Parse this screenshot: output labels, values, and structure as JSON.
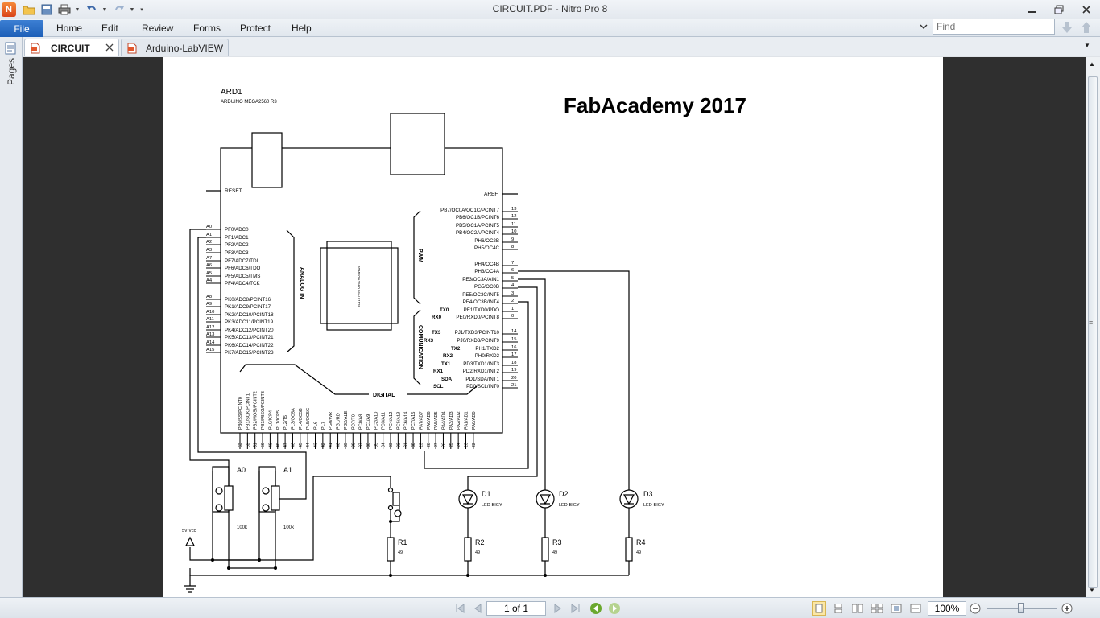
{
  "window": {
    "title": "CIRCUIT.PDF - Nitro Pro 8"
  },
  "menu": {
    "file": "File",
    "items": [
      "Home",
      "Edit",
      "Review",
      "Forms",
      "Protect",
      "Help"
    ]
  },
  "find": {
    "placeholder": "Find"
  },
  "tabs": [
    {
      "label": "CIRCUIT",
      "active": true
    },
    {
      "label": "Arduino-LabVIEW",
      "active": false
    }
  ],
  "side_panel": {
    "label": "Pages"
  },
  "schematic": {
    "title": "FabAcademy 2017",
    "board_ref": "ARD1",
    "board_name": "ARDUINO MEGA2560 R3",
    "chip_label": "ATMEGA2560 16AU 1126",
    "reset": "RESET",
    "aref": "AREF",
    "analog_in": "ANALOG IN",
    "pwm": "PWM",
    "comm": "COMUNICATION",
    "digital": "DIGITAL",
    "analog_pins": [
      {
        "ext": "A0",
        "name": "PF0/ADC0"
      },
      {
        "ext": "A1",
        "name": "PF1/ADC1"
      },
      {
        "ext": "A2",
        "name": "PF2/ADC2"
      },
      {
        "ext": "A3",
        "name": "PF3/ADC3"
      },
      {
        "ext": "A7",
        "name": "PF7/ADC7/TDI"
      },
      {
        "ext": "A6",
        "name": "PF6/ADC6/TDO"
      },
      {
        "ext": "A5",
        "name": "PF5/ADC5/TMS"
      },
      {
        "ext": "A4",
        "name": "PF4/ADC4/TCK"
      },
      {
        "ext": "A8",
        "name": "PK0/ADC8/PCINT16"
      },
      {
        "ext": "A9",
        "name": "PK1/ADC9/PCINT17"
      },
      {
        "ext": "A10",
        "name": "PK2/ADC10/PCINT18"
      },
      {
        "ext": "A11",
        "name": "PK3/ADC11/PCINT19"
      },
      {
        "ext": "A12",
        "name": "PK4/ADC12/PCINT20"
      },
      {
        "ext": "A13",
        "name": "PK5/ADC13/PCINT21"
      },
      {
        "ext": "A14",
        "name": "PK6/ADC14/PCINT22"
      },
      {
        "ext": "A15",
        "name": "PK7/ADC15/PCINT23"
      }
    ],
    "pwm_pins": [
      {
        "num": "13",
        "name": "PB7/OC0A/OC1C/PCINT7"
      },
      {
        "num": "12",
        "name": "PB6/OC1B/PCINT6"
      },
      {
        "num": "11",
        "name": "PB5/OC1A/PCINT5"
      },
      {
        "num": "10",
        "name": "PB4/OC2A/PCINT4"
      },
      {
        "num": "9",
        "name": "PH6/OC2B"
      },
      {
        "num": "8",
        "name": "PH5/OC4C"
      },
      {
        "num": "7",
        "name": "PH4/OC4B"
      },
      {
        "num": "6",
        "name": "PH3/OC4A"
      },
      {
        "num": "5",
        "name": "PE3/OC3A/AIN1"
      },
      {
        "num": "4",
        "name": "PG5/OC0B"
      },
      {
        "num": "3",
        "name": "PE5/OC3C/INT5"
      },
      {
        "num": "2",
        "name": "PE4/OC3B/INT4"
      }
    ],
    "comm_pins": [
      {
        "num": "1",
        "name": "PE1/TXD0/PDO",
        "tag": "TX0"
      },
      {
        "num": "0",
        "name": "PE0/RXD0/PCINT8",
        "tag": "RX0"
      },
      {
        "num": "14",
        "name": "PJ1/TXD3/PCINT10",
        "tag": "TX3"
      },
      {
        "num": "15",
        "name": "PJ0/RXD3/PCINT9",
        "tag": "RX3"
      },
      {
        "num": "16",
        "name": "PH1/TXD2",
        "tag": "TX2"
      },
      {
        "num": "17",
        "name": "PH0/RXD2",
        "tag": "RX2"
      },
      {
        "num": "18",
        "name": "PD3/TXD1/INT3",
        "tag": "TX1"
      },
      {
        "num": "19",
        "name": "PD2/RXD1/INT2",
        "tag": "RX1"
      },
      {
        "num": "20",
        "name": "PD1/SDA/INT1",
        "tag": "SDA"
      },
      {
        "num": "21",
        "name": "PD0/SCL/INT0",
        "tag": "SCL"
      }
    ],
    "digital_pins": [
      {
        "num": "53",
        "name": "PB0/SS/PCINT0"
      },
      {
        "num": "52",
        "name": "PB1/SCK/PCINT1"
      },
      {
        "num": "51",
        "name": "PB2/MOSI/PCINT2"
      },
      {
        "num": "50",
        "name": "PB3/MISO/PCINT3"
      },
      {
        "num": "49",
        "name": "PL0/ICP4"
      },
      {
        "num": "48",
        "name": "PL1/ICP5"
      },
      {
        "num": "47",
        "name": "PL2/T5"
      },
      {
        "num": "46",
        "name": "PL3/OC5A"
      },
      {
        "num": "45",
        "name": "PL4/OC5B"
      },
      {
        "num": "44",
        "name": "PL5/OC5C"
      },
      {
        "num": "43",
        "name": "PL6"
      },
      {
        "num": "42",
        "name": "PL7"
      },
      {
        "num": "41",
        "name": "PG0/WR"
      },
      {
        "num": "40",
        "name": "PG1/RD"
      },
      {
        "num": "39",
        "name": "PG2/ALE"
      },
      {
        "num": "38",
        "name": "PD7/T0"
      },
      {
        "num": "37",
        "name": "PC0/A8"
      },
      {
        "num": "36",
        "name": "PC1/A9"
      },
      {
        "num": "35",
        "name": "PC2/A10"
      },
      {
        "num": "34",
        "name": "PC3/A11"
      },
      {
        "num": "33",
        "name": "PC4/A12"
      },
      {
        "num": "32",
        "name": "PC5/A13"
      },
      {
        "num": "31",
        "name": "PC6/A14"
      },
      {
        "num": "30",
        "name": "PC7/A15"
      },
      {
        "num": "29",
        "name": "PA7/AD7"
      },
      {
        "num": "28",
        "name": "PA6/AD6"
      },
      {
        "num": "27",
        "name": "PA5/AD5"
      },
      {
        "num": "26",
        "name": "PA4/AD4"
      },
      {
        "num": "25",
        "name": "PA3/AD3"
      },
      {
        "num": "24",
        "name": "PA2/AD2"
      },
      {
        "num": "23",
        "name": "PA1/AD1"
      },
      {
        "num": "22",
        "name": "PA0/AD0"
      }
    ],
    "components": {
      "pot_a0": {
        "ref": "A0",
        "value": "100k"
      },
      "pot_a1": {
        "ref": "A1",
        "value": "100k"
      },
      "supply": "5V Vcc",
      "leds": [
        {
          "ref": "D1",
          "type": "LED-BIGY"
        },
        {
          "ref": "D2",
          "type": "LED-BIGY"
        },
        {
          "ref": "D3",
          "type": "LED-BIGY"
        }
      ],
      "resistors": [
        {
          "ref": "R1",
          "value": "49"
        },
        {
          "ref": "R2",
          "value": "49"
        },
        {
          "ref": "R3",
          "value": "49"
        },
        {
          "ref": "R4",
          "value": "49"
        }
      ]
    }
  },
  "status": {
    "page_indicator": "1 of 1",
    "zoom": "100%"
  },
  "colors": {
    "accent": "#1d5fb7",
    "play_green": "#6aa82e"
  }
}
